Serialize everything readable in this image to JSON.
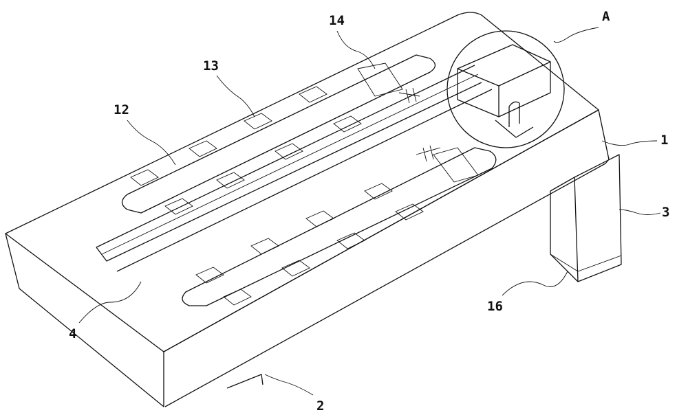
{
  "figure": {
    "labels": {
      "l14": "14",
      "l13": "13",
      "l12": "12",
      "lA": "A",
      "l1": "1",
      "l3": "3",
      "l16": "16",
      "l4": "4",
      "l2": "2"
    }
  }
}
